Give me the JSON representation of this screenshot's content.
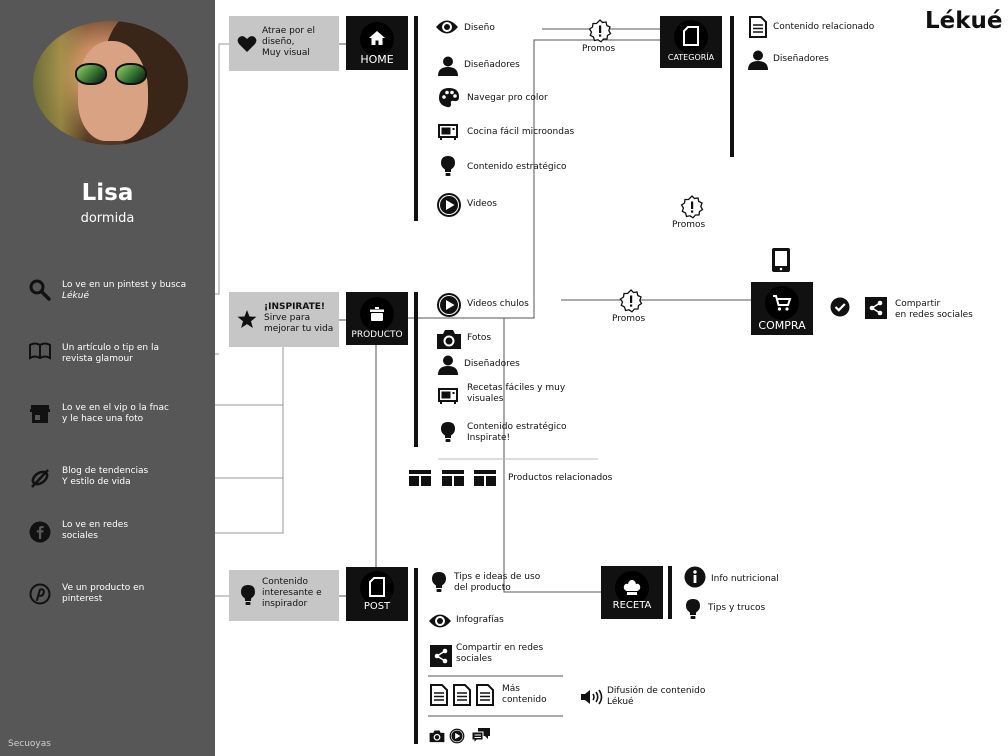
{
  "brand": {
    "logo": "Lékué",
    "footer": "Secuoyas"
  },
  "persona": {
    "name": "Lisa",
    "state": "dormida"
  },
  "touchpoints": [
    {
      "icon": "search-icon",
      "line1": "Lo ve en un pintest y busca",
      "line2": "Lékué"
    },
    {
      "icon": "book-icon",
      "line1": "Un artículo o tip en la",
      "line2": "revista glamour"
    },
    {
      "icon": "store-icon",
      "line1": "Lo ve en el vip o la fnac",
      "line2": "y le hace una foto"
    },
    {
      "icon": "blog-icon",
      "line1": "Blog de tendencias",
      "line2": "Y estilo de vida"
    },
    {
      "icon": "facebook-icon",
      "line1": "Lo ve en redes",
      "line2": "sociales"
    },
    {
      "icon": "pinterest-icon",
      "line1": "Ve  un producto en",
      "line2": "pinterest"
    }
  ],
  "stages": {
    "home": {
      "desc1": "Atrae por el",
      "desc2": "diseño,",
      "desc3": "Muy visual",
      "label": "HOME"
    },
    "producto": {
      "desc1": "¡INSPIRATE!",
      "desc2": "Sirve para",
      "desc3": "mejorar tu vida",
      "label": "PRODUCTO"
    },
    "post": {
      "desc1": "Contenido",
      "desc2": "interesante e",
      "desc3": "inspirador",
      "label": "POST"
    },
    "categoria": {
      "label": "CATEGORÍA"
    },
    "compra": {
      "label": "COMPRA"
    },
    "receta": {
      "label": "RECETA"
    }
  },
  "home_items": [
    "Diseño",
    "Diseñadores",
    "Navegar pro color",
    "Cocina fácil microondas",
    "Contenido estratégico",
    "Videos"
  ],
  "categoria_items": [
    "Contenido relacionado",
    "Diseñadores"
  ],
  "producto_items": {
    "videos": "Videos chulos",
    "fotos": "Fotos",
    "disenadores": "Diseñadores",
    "recetas1": "Recetas fáciles y muy",
    "recetas2": "visuales",
    "contenido1": "Contenido estratégico",
    "contenido2": "Inspirate!",
    "relacionados": "Productos relacionados"
  },
  "promos": {
    "label": "Promos"
  },
  "compra": {
    "share1": "Compartir",
    "share2": "en redes sociales"
  },
  "post_items": {
    "tips1": "Tips e ideas de uso",
    "tips2": "del producto",
    "infografias": "Infografías",
    "share1": "Compartir en redes",
    "share2": "sociales",
    "mas1": "Más",
    "mas2": "contenido",
    "difusion1": "Difusión de  contenido",
    "difusion2": "Lékué"
  },
  "receta_items": {
    "info": "Info nutricional",
    "tips": "Tips  y trucos"
  }
}
